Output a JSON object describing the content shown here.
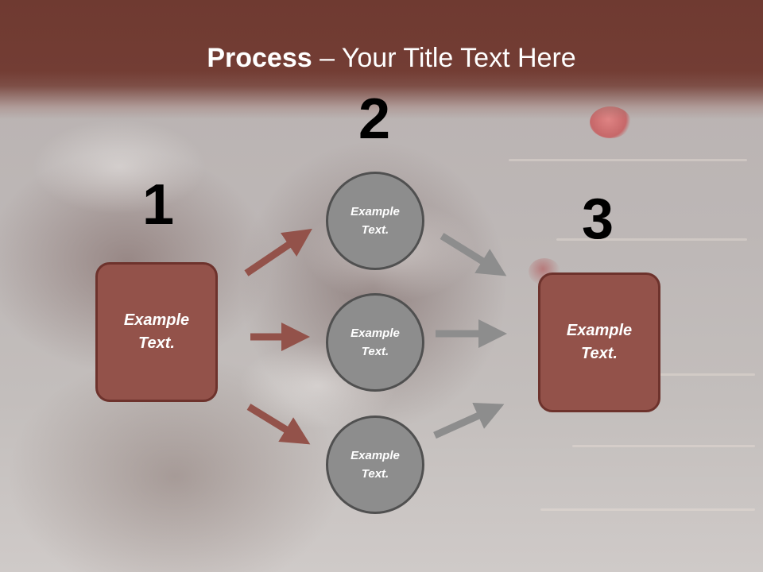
{
  "title": {
    "bold": "Process",
    "rest": " – Your Title Text Here"
  },
  "steps": {
    "one": "1",
    "two": "2",
    "three": "3"
  },
  "left_box": {
    "label": "Example Text."
  },
  "right_box": {
    "label": "Example Text."
  },
  "circles": [
    {
      "label": "Example Text."
    },
    {
      "label": "Example Text."
    },
    {
      "label": "Example Text."
    }
  ],
  "colors": {
    "header": "#733d34",
    "box_fill": "#93524a",
    "box_border": "#6d322c",
    "circle_fill": "#8d8d8d",
    "circle_border": "#505050",
    "arrow_left": "#93524a",
    "arrow_right": "#8d8d8d"
  }
}
